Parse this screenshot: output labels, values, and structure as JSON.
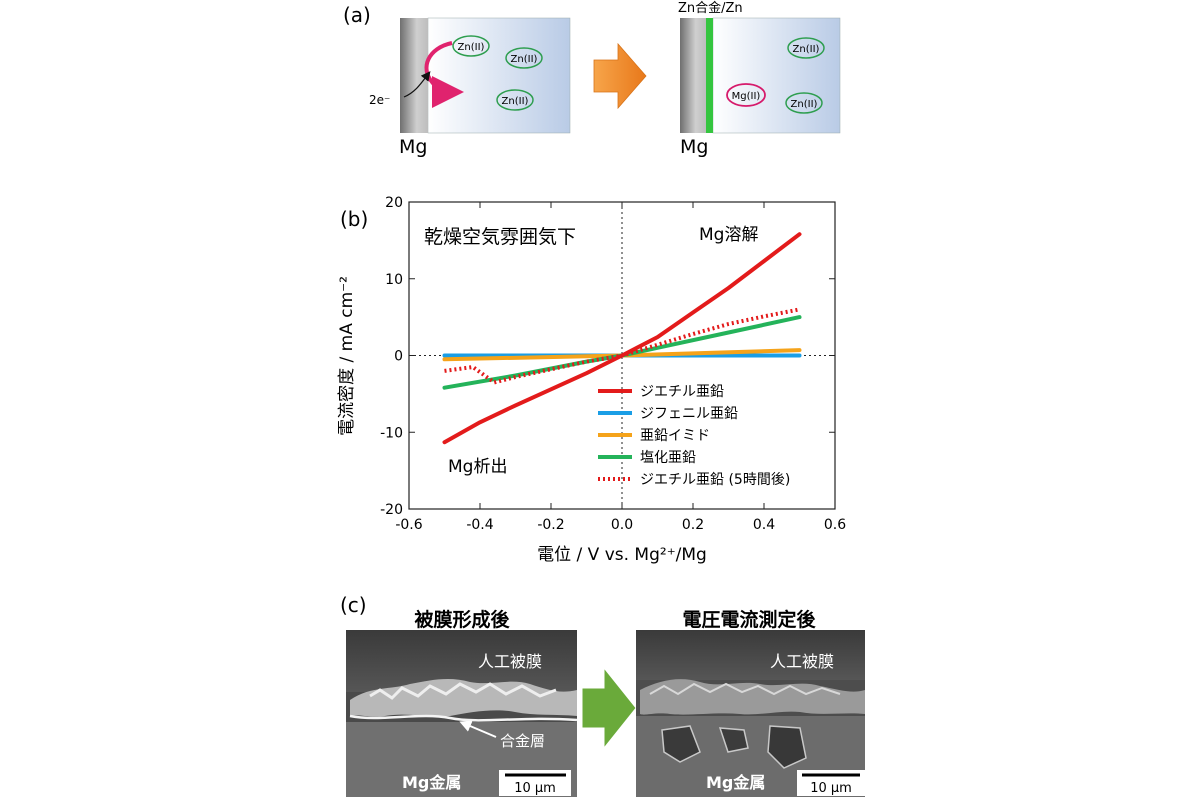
{
  "panel_a": {
    "label": "(a)",
    "before": {
      "ion_labels": [
        "Zn(II)",
        "Zn(II)",
        "Zn(II)"
      ],
      "electron_label": "2e⁻",
      "metal_label": "Mg"
    },
    "after": {
      "ion_labels": [
        "Zn(II)",
        "Mg(II)",
        "Zn(II)"
      ],
      "layer_label": "Zn合金/Zn",
      "metal_label": "Mg"
    },
    "colors": {
      "arrow": "#f08a24",
      "zn_ion": "#2e9e4f",
      "mg_ion": "#d61a6b",
      "layer": "#35c53f",
      "electrolyte": "#b9cbe6"
    }
  },
  "panel_b": {
    "label": "(b)",
    "annotations": {
      "atmosphere": "乾燥空気雰囲気下",
      "dissolution": "Mg溶解",
      "deposition": "Mg析出"
    }
  },
  "chart_data": {
    "type": "line",
    "xlabel": "電位 / V vs. Mg²⁺/Mg",
    "ylabel": "電流密度 / mA cm⁻²",
    "xlim": [
      -0.6,
      0.6
    ],
    "ylim": [
      -20,
      20
    ],
    "xticks": [
      "-0.6",
      "-0.4",
      "-0.2",
      "0.0",
      "0.2",
      "0.4",
      "0.6"
    ],
    "yticks": [
      "-20",
      "-10",
      "0",
      "10",
      "20"
    ],
    "legend_position": "bottom-right",
    "grid": false,
    "zero_lines": "dotted",
    "series": [
      {
        "name": "ジエチル亜鉛",
        "color": "#e31b1b",
        "style": "solid",
        "x": [
          -0.5,
          -0.4,
          -0.3,
          -0.2,
          -0.1,
          0.0,
          0.1,
          0.2,
          0.3,
          0.4,
          0.5
        ],
        "y": [
          -11.3,
          -8.7,
          -6.5,
          -4.4,
          -2.3,
          0.0,
          2.4,
          5.6,
          8.8,
          12.3,
          15.8
        ]
      },
      {
        "name": "ジフェニル亜鉛",
        "color": "#1a9ee6",
        "style": "solid",
        "x": [
          -0.5,
          0.0,
          0.5
        ],
        "y": [
          0.0,
          0.0,
          0.0
        ]
      },
      {
        "name": "亜鉛イミド",
        "color": "#f5a31a",
        "style": "solid",
        "x": [
          -0.5,
          0.0,
          0.5
        ],
        "y": [
          -0.5,
          0.0,
          0.7
        ]
      },
      {
        "name": "塩化亜鉛",
        "color": "#24b35a",
        "style": "solid",
        "x": [
          -0.5,
          -0.3,
          -0.1,
          0.0,
          0.1,
          0.3,
          0.5
        ],
        "y": [
          -4.2,
          -2.6,
          -0.8,
          0.0,
          1.0,
          3.0,
          5.0
        ]
      },
      {
        "name": "ジエチル亜鉛 (5時間後)",
        "color": "#e31b1b",
        "style": "dotted",
        "x": [
          -0.5,
          -0.42,
          -0.36,
          -0.3,
          -0.2,
          -0.1,
          0.0,
          0.1,
          0.2,
          0.3,
          0.4,
          0.5
        ],
        "y": [
          -2.0,
          -1.5,
          -3.5,
          -2.8,
          -1.8,
          -0.8,
          0.0,
          1.4,
          2.8,
          4.1,
          5.1,
          6.0
        ]
      }
    ]
  },
  "panel_c": {
    "label": "(c)",
    "left": {
      "title": "被膜形成後",
      "film_label": "人工被膜",
      "alloy_label": "合金層",
      "metal_label": "Mg金属",
      "scale_label": "10 μm"
    },
    "right": {
      "title": "電圧電流測定後",
      "film_label": "人工被膜",
      "metal_label": "Mg金属",
      "scale_label": "10 μm"
    },
    "arrow_color": "#6aaa3a"
  }
}
